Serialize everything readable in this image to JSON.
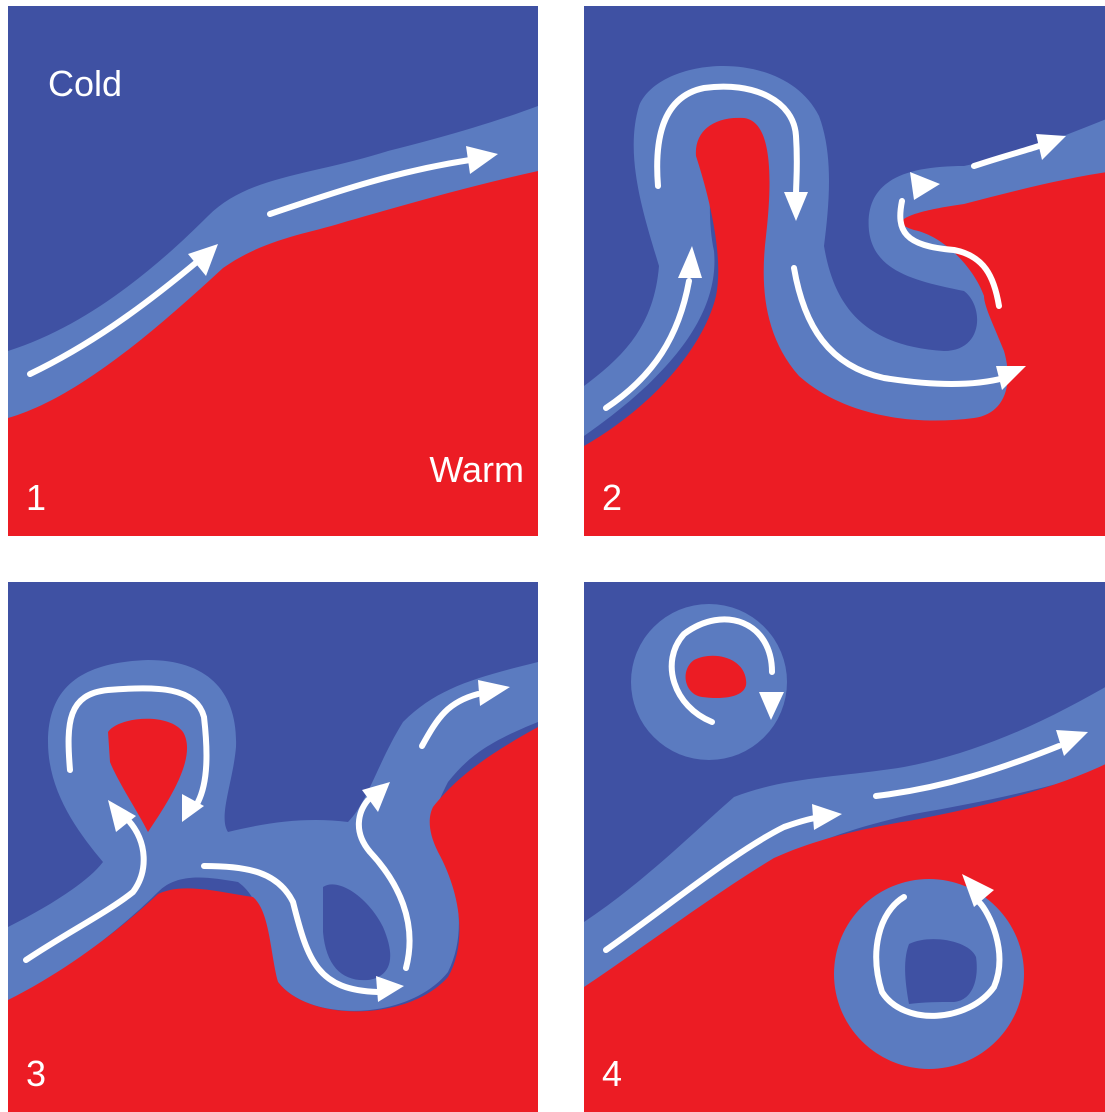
{
  "colors": {
    "cold": "#3F51A3",
    "warm": "#EC1C24",
    "front_band": "#5B7BC0",
    "arrow": "#FFFFFF",
    "background": "#FFFFFF"
  },
  "labels": {
    "cold": "Cold",
    "warm": "Warm"
  },
  "panels": [
    {
      "number": "1"
    },
    {
      "number": "2"
    },
    {
      "number": "3"
    },
    {
      "number": "4"
    }
  ]
}
